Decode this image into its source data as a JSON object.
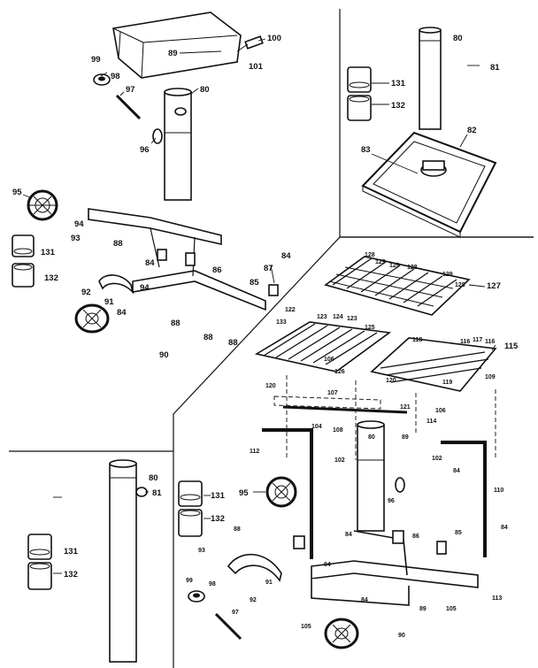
{
  "labels": {
    "l80a": "80",
    "l80b": "80",
    "l80c": "80",
    "l80d": "80",
    "l81a": "81",
    "l81b": "81",
    "l82": "82",
    "l83": "83",
    "l84a": "84",
    "l84b": "84",
    "l84c": "84",
    "l84d": "84",
    "l84e": "84",
    "l84f": "84",
    "l85": "85",
    "l86": "86",
    "l87": "87",
    "l88a": "88",
    "l88b": "88",
    "l88c": "88",
    "l88d": "88",
    "l88e": "88",
    "l89a": "89",
    "l89b": "89",
    "l89c": "89",
    "l90a": "90",
    "l90b": "90",
    "l91a": "91",
    "l91b": "91",
    "l92a": "92",
    "l92b": "92",
    "l93a": "93",
    "l93b": "93",
    "l94a": "94",
    "l94b": "94",
    "l94c": "94",
    "l95a": "95",
    "l95b": "95",
    "l96a": "96",
    "l96b": "96",
    "l97a": "97",
    "l97b": "97",
    "l98a": "98",
    "l98b": "98",
    "l99a": "99",
    "l99b": "99",
    "l100": "100",
    "l101": "101",
    "l102a": "102",
    "l102b": "102",
    "l104": "104",
    "l105a": "105",
    "l105b": "105",
    "l106": "106",
    "l107": "107",
    "l108": "108",
    "l109": "109",
    "l110": "110",
    "l112": "112",
    "l113": "113",
    "l114": "114",
    "l115": "115",
    "l116a": "116",
    "l116b": "116",
    "l117": "117",
    "l118": "118",
    "l119": "119",
    "l120a": "120",
    "l120b": "120",
    "l121": "121",
    "l122": "122",
    "l123a": "123",
    "l123b": "123",
    "l124": "124",
    "l125": "125",
    "l126": "126",
    "l127": "127",
    "l128a": "128",
    "l128b": "128",
    "l128c": "128",
    "l129a": "129",
    "l129b": "129",
    "l129c": "129",
    "l131a": "131",
    "l131b": "131",
    "l131c": "131",
    "l131d": "131",
    "l132a": "132",
    "l132b": "132",
    "l132c": "132",
    "l132d": "132",
    "l133": "133"
  }
}
